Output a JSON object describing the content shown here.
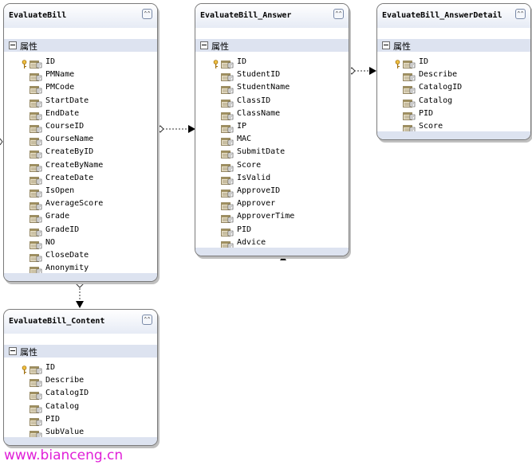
{
  "section_label": "属性",
  "collapse_glyph": "⌃⌃",
  "entities": [
    {
      "id": "evaluatebill",
      "title": "EvaluateBill",
      "fields": [
        "ID",
        "PMName",
        "PMCode",
        "StartDate",
        "EndDate",
        "CourseID",
        "CourseName",
        "CreateByID",
        "CreateByName",
        "CreateDate",
        "IsOpen",
        "AverageScore",
        "Grade",
        "GradeID",
        "NO",
        "CloseDate",
        "Anonymity"
      ]
    },
    {
      "id": "evaluatebill-answer",
      "title": "EvaluateBill_Answer",
      "fields": [
        "ID",
        "StudentID",
        "StudentName",
        "ClassID",
        "ClassName",
        "IP",
        "MAC",
        "SubmitDate",
        "Score",
        "IsValid",
        "ApproveID",
        "Approver",
        "ApproverTime",
        "PID",
        "Advice"
      ]
    },
    {
      "id": "evaluatebill-answerdetail",
      "title": "EvaluateBill_AnswerDetail",
      "fields": [
        "ID",
        "Describe",
        "CatalogID",
        "Catalog",
        "PID",
        "Score"
      ]
    },
    {
      "id": "evaluatebill-content",
      "title": "EvaluateBill_Content",
      "fields": [
        "ID",
        "Describe",
        "CatalogID",
        "Catalog",
        "PID",
        "SubValue"
      ]
    }
  ],
  "primary_key_field": "ID",
  "watermark": "www.bianceng.cn"
}
